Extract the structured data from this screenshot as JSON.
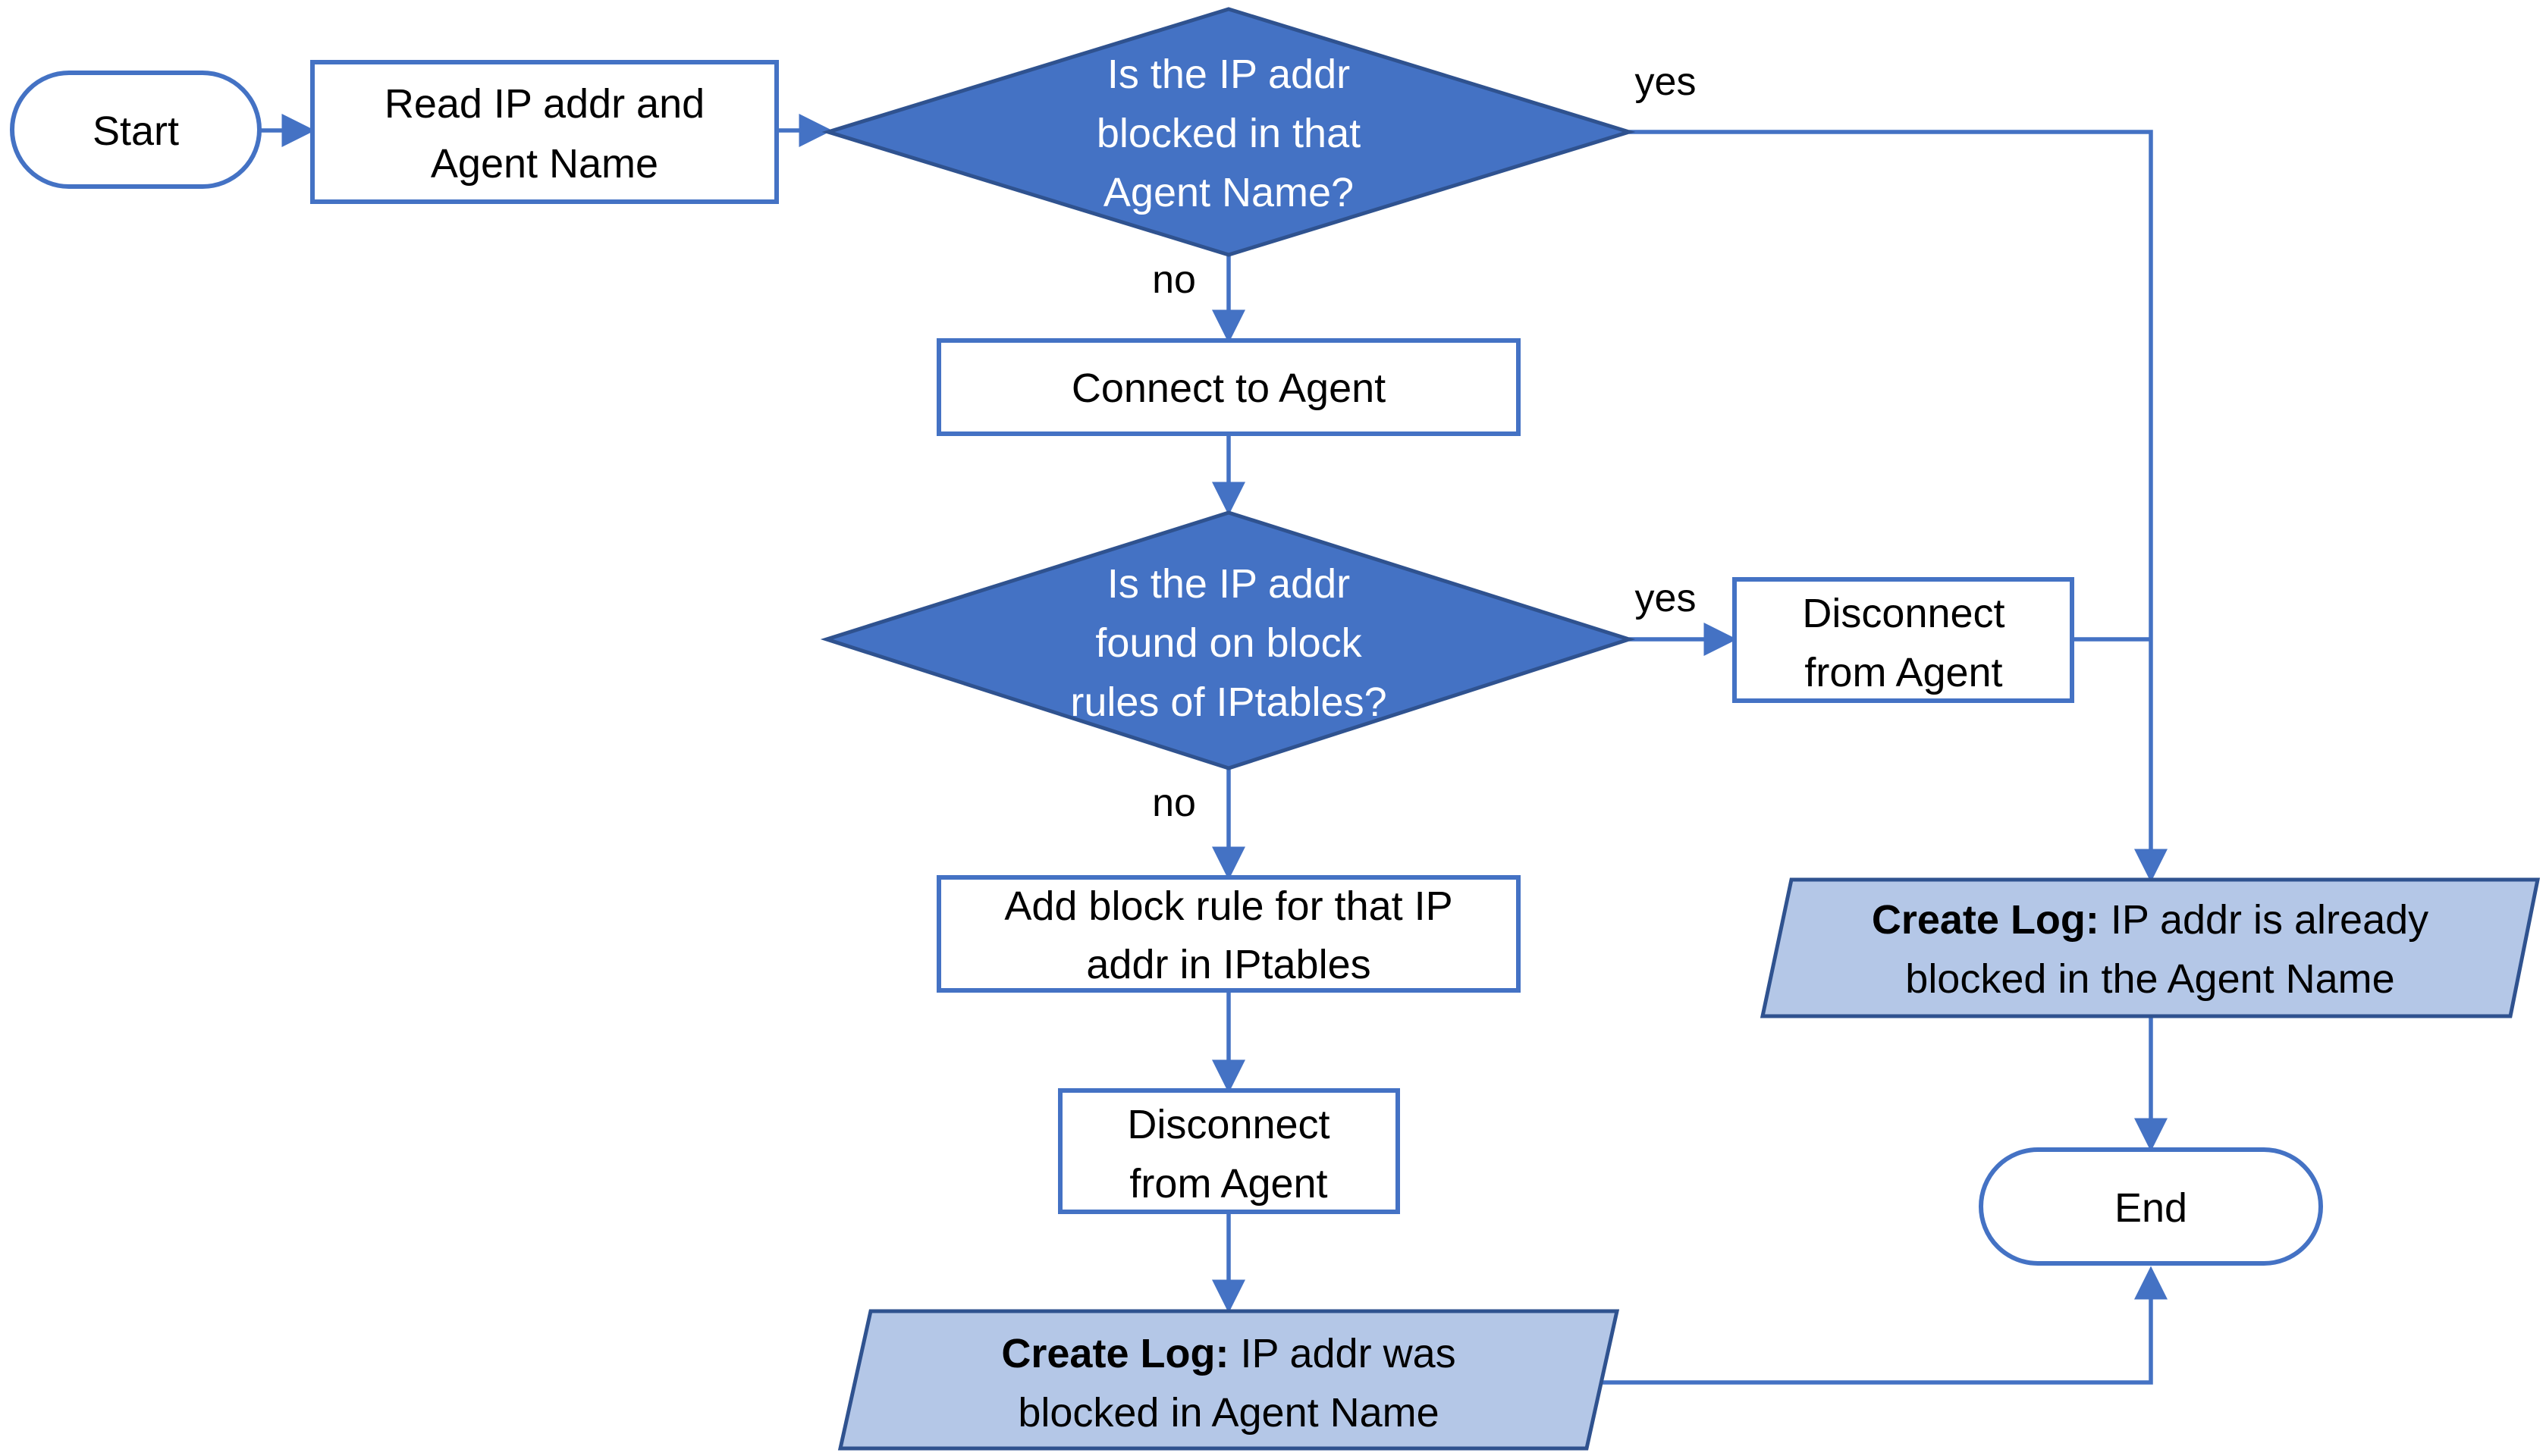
{
  "nodes": {
    "start": "Start",
    "read": [
      "Read IP addr and",
      "Agent Name"
    ],
    "decision1": [
      "Is the IP addr",
      "blocked in that",
      "Agent Name?"
    ],
    "connect": "Connect to Agent",
    "decision2": [
      "Is the IP addr",
      "found on block",
      "rules of IPtables?"
    ],
    "disconnect_right": [
      "Disconnect",
      "from Agent"
    ],
    "add_rule": [
      "Add block rule for that IP",
      "addr in IPtables"
    ],
    "disconnect_mid": [
      "Disconnect",
      "from Agent"
    ],
    "log_already": {
      "bold": "Create Log:",
      "line1": " IP addr is already",
      "line2": "blocked in the Agent Name"
    },
    "log_blocked": {
      "bold": "Create Log:",
      "line1": " IP addr was",
      "line2": "blocked in Agent Name"
    },
    "end": "End"
  },
  "edge_labels": {
    "d1_yes": "yes",
    "d1_no": "no",
    "d2_yes": "yes",
    "d2_no": "no"
  },
  "colors": {
    "line": "#4472c4",
    "decision_fill": "#4472c4",
    "log_fill": "#b4c7e7",
    "border_dark": "#2f528f"
  }
}
